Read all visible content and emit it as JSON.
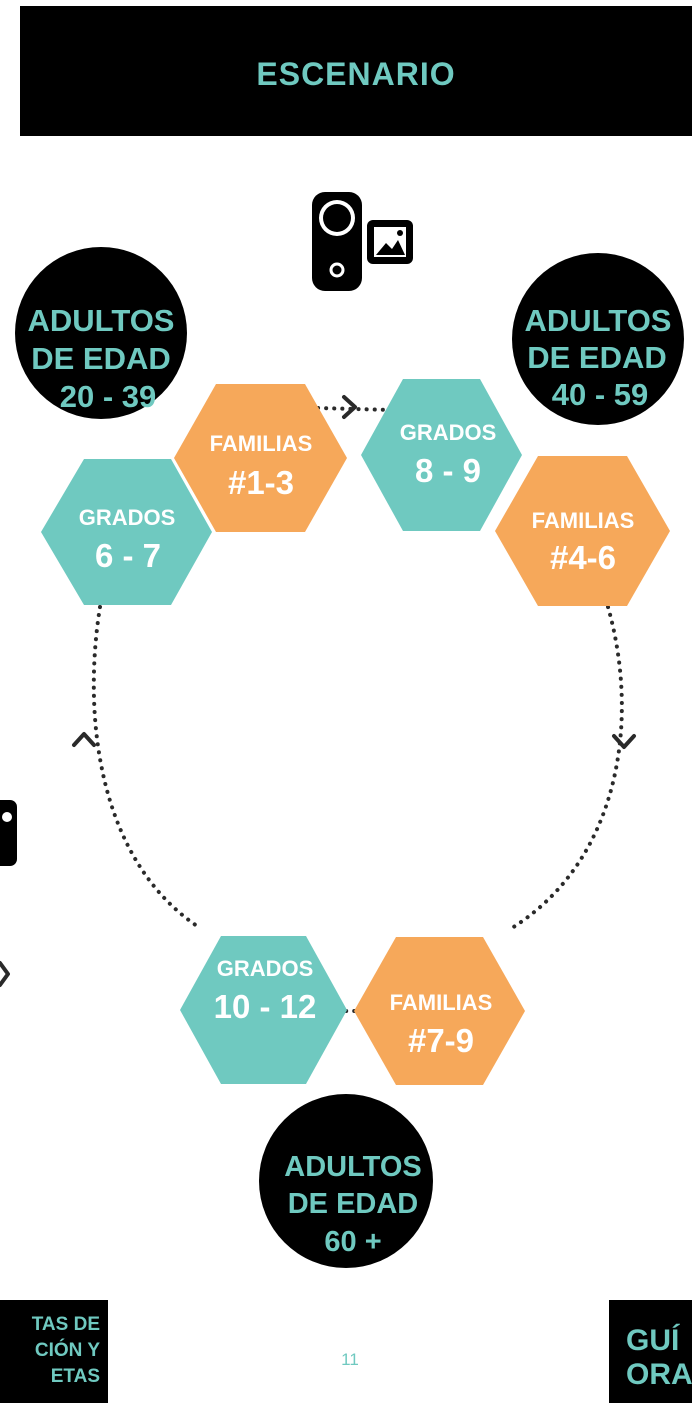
{
  "banner": {
    "title": "ESCENARIO"
  },
  "circles": {
    "c1": [
      "ADULTOS",
      "DE EDAD",
      "20 - 39"
    ],
    "c2": [
      "ADULTOS",
      "DE EDAD",
      "40 - 59"
    ],
    "c3": [
      "ADULTOS",
      "DE EDAD",
      "60 +"
    ]
  },
  "hexagons": {
    "grados_6_7": [
      "GRADOS",
      "6 - 7"
    ],
    "familias_1_3": [
      "FAMILIAS",
      "#1-3"
    ],
    "grados_8_9": [
      "GRADOS",
      "8 - 9"
    ],
    "familias_4_6": [
      "FAMILIAS",
      "#4-6"
    ],
    "grados_10_12": [
      "GRADOS",
      "10 - 12"
    ],
    "familias_7_9": [
      "FAMILIAS",
      "#7-9"
    ]
  },
  "bottom_left": [
    "TAS DE",
    "CIÓN Y",
    "ETAS"
  ],
  "bottom_right": [
    "GUÍ",
    "ORA"
  ],
  "page_number": "11",
  "colors": {
    "teal": "#6fc9c0",
    "orange": "#f6a85a",
    "black": "#000000"
  },
  "icons": [
    "video-camera-icon",
    "image-icon",
    "arrow-right-icon",
    "arrow-down-icon",
    "arrow-up-icon"
  ]
}
